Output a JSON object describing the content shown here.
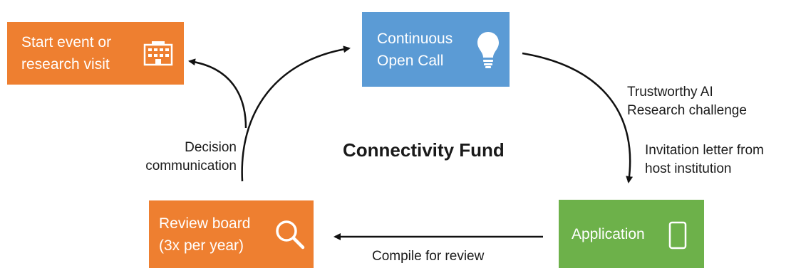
{
  "title": "Connectivity Fund",
  "colors": {
    "orange": "#ee7f30",
    "blue": "#5b9bd5",
    "green": "#6db14a",
    "arrow": "#111111"
  },
  "nodes": {
    "start_event": {
      "line1": "Start event or",
      "line2": "research visit",
      "icon": "building-icon"
    },
    "open_call": {
      "line1": "Continuous",
      "line2": "Open Call",
      "icon": "lightbulb-icon"
    },
    "application": {
      "label": "Application",
      "icon": "tablet-icon"
    },
    "review_board": {
      "line1": "Review board",
      "line2": "(3x per year)",
      "icon": "magnifier-icon"
    }
  },
  "edge_labels": {
    "challenge_line1": "Trustworthy AI",
    "challenge_line2": "Research challenge",
    "invitation_line1": "Invitation letter from",
    "invitation_line2": "host institution",
    "compile": "Compile for review",
    "decision_line1": "Decision",
    "decision_line2": "communication"
  }
}
